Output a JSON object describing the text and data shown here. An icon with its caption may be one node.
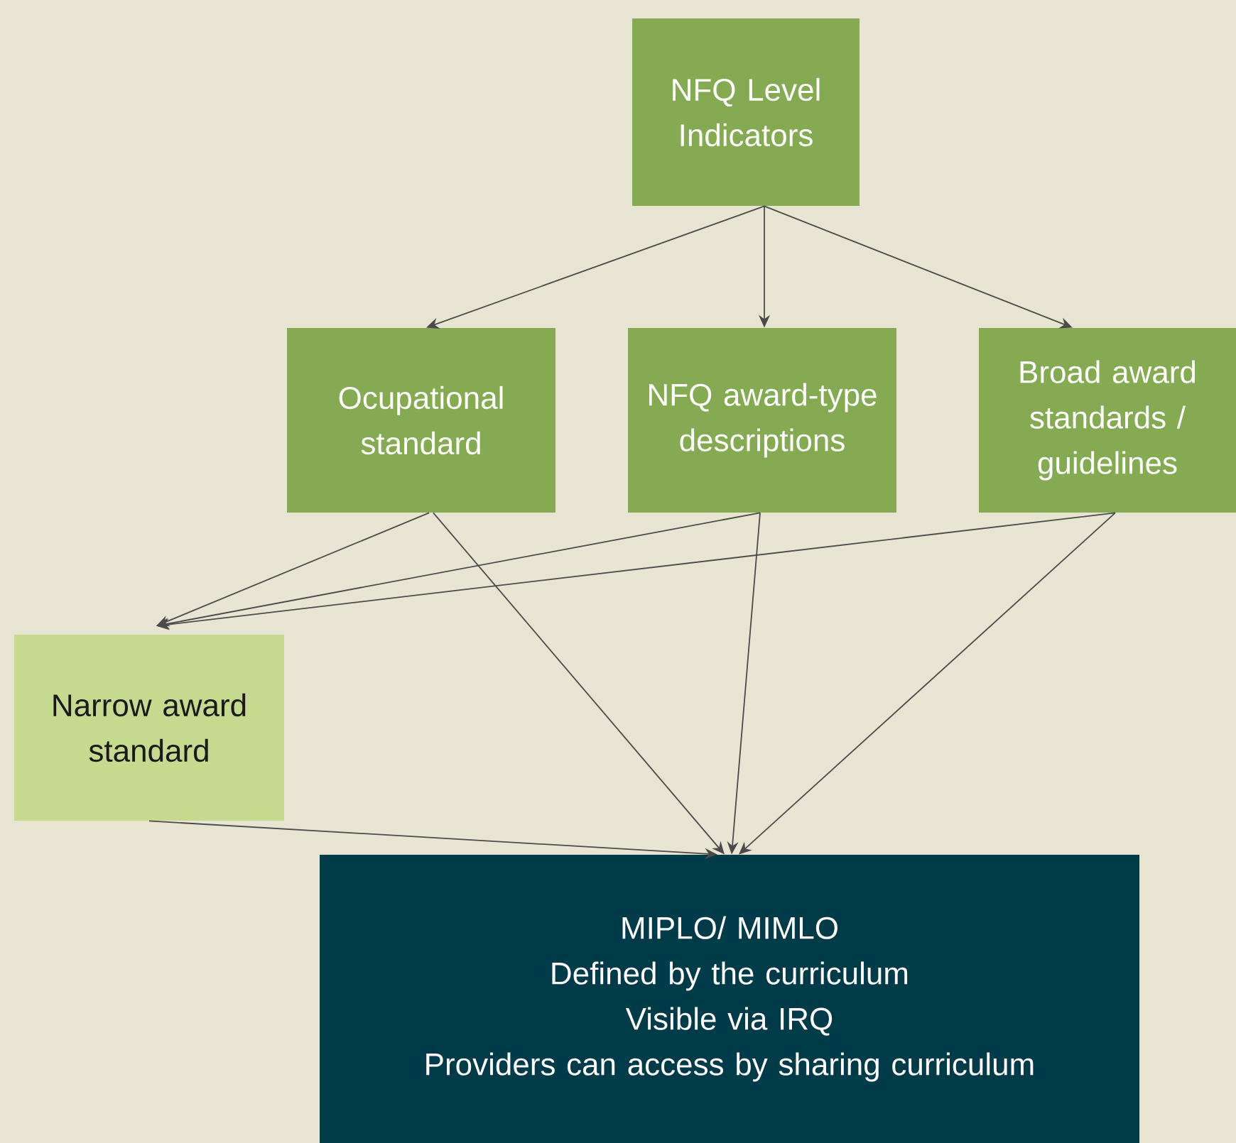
{
  "diagram": {
    "nodes": [
      {
        "text": [
          "NFQ Level Indicators"
        ]
      },
      {
        "text": [
          "Ocupational standard"
        ]
      },
      {
        "text": [
          "NFQ award-type descriptions"
        ]
      },
      {
        "text": [
          "Broad award standards / guidelines"
        ]
      },
      {
        "text": [
          "Narrow award standard"
        ]
      },
      {
        "text": [
          "MIPLO/ MIMLO",
          "Defined by the curriculum",
          "Visible via IRQ",
          "Providers can access by sharing curriculum"
        ]
      }
    ],
    "edges": [
      {
        "from": 0,
        "to": 1,
        "arrow": "to"
      },
      {
        "from": 0,
        "to": 2,
        "arrow": "to"
      },
      {
        "from": 0,
        "to": 3,
        "arrow": "to"
      },
      {
        "from": 1,
        "to": 4,
        "arrow": "to"
      },
      {
        "from": 2,
        "to": 4,
        "arrow": "to"
      },
      {
        "from": 3,
        "to": 4,
        "arrow": "to"
      },
      {
        "from": 1,
        "to": 5,
        "arrow": "to"
      },
      {
        "from": 2,
        "to": 5,
        "arrow": "to"
      },
      {
        "from": 3,
        "to": 5,
        "arrow": "to"
      },
      {
        "from": 4,
        "to": 5,
        "arrow": "to"
      }
    ]
  }
}
